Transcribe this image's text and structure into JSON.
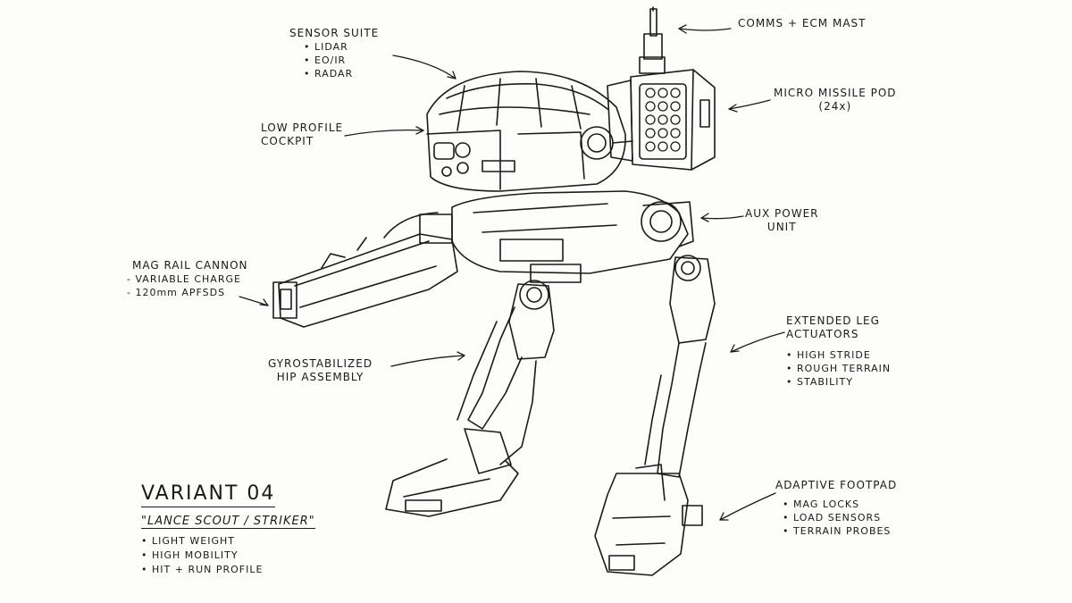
{
  "sheet": {
    "variant_title": "Variant 04",
    "variant_subtitle": "\"Lance Scout / Striker\"",
    "variant_features": [
      "Light weight",
      "High mobility",
      "Hit + Run profile"
    ]
  },
  "callouts": {
    "sensor_suite": {
      "title": "Sensor Suite",
      "items": [
        "Lidar",
        "EO/IR",
        "Radar"
      ]
    },
    "comms": {
      "title": "Comms + ECM Mast"
    },
    "missile_pod": {
      "title": "Micro Missile Pod",
      "sub": "(24x)"
    },
    "cockpit": {
      "title": "Low Profile",
      "sub": "Cockpit"
    },
    "aux_power": {
      "title": "Aux Power",
      "sub": "Unit"
    },
    "rail_cannon": {
      "title": "Mag Rail Cannon",
      "items": [
        "Variable Charge",
        "120mm APFSDS"
      ]
    },
    "leg_actuators": {
      "title": "Extended Leg",
      "sub": "Actuators",
      "items": [
        "High Stride",
        "Rough Terrain",
        "Stability"
      ]
    },
    "hip": {
      "title": "Gyrostabilized",
      "sub": "Hip Assembly"
    },
    "footpad": {
      "title": "Adaptive Footpad",
      "items": [
        "Mag Locks",
        "Load Sensors",
        "Terrain Probes"
      ]
    }
  },
  "colors": {
    "ink": "#1a1a1a",
    "paper": "#fdfdfb"
  }
}
